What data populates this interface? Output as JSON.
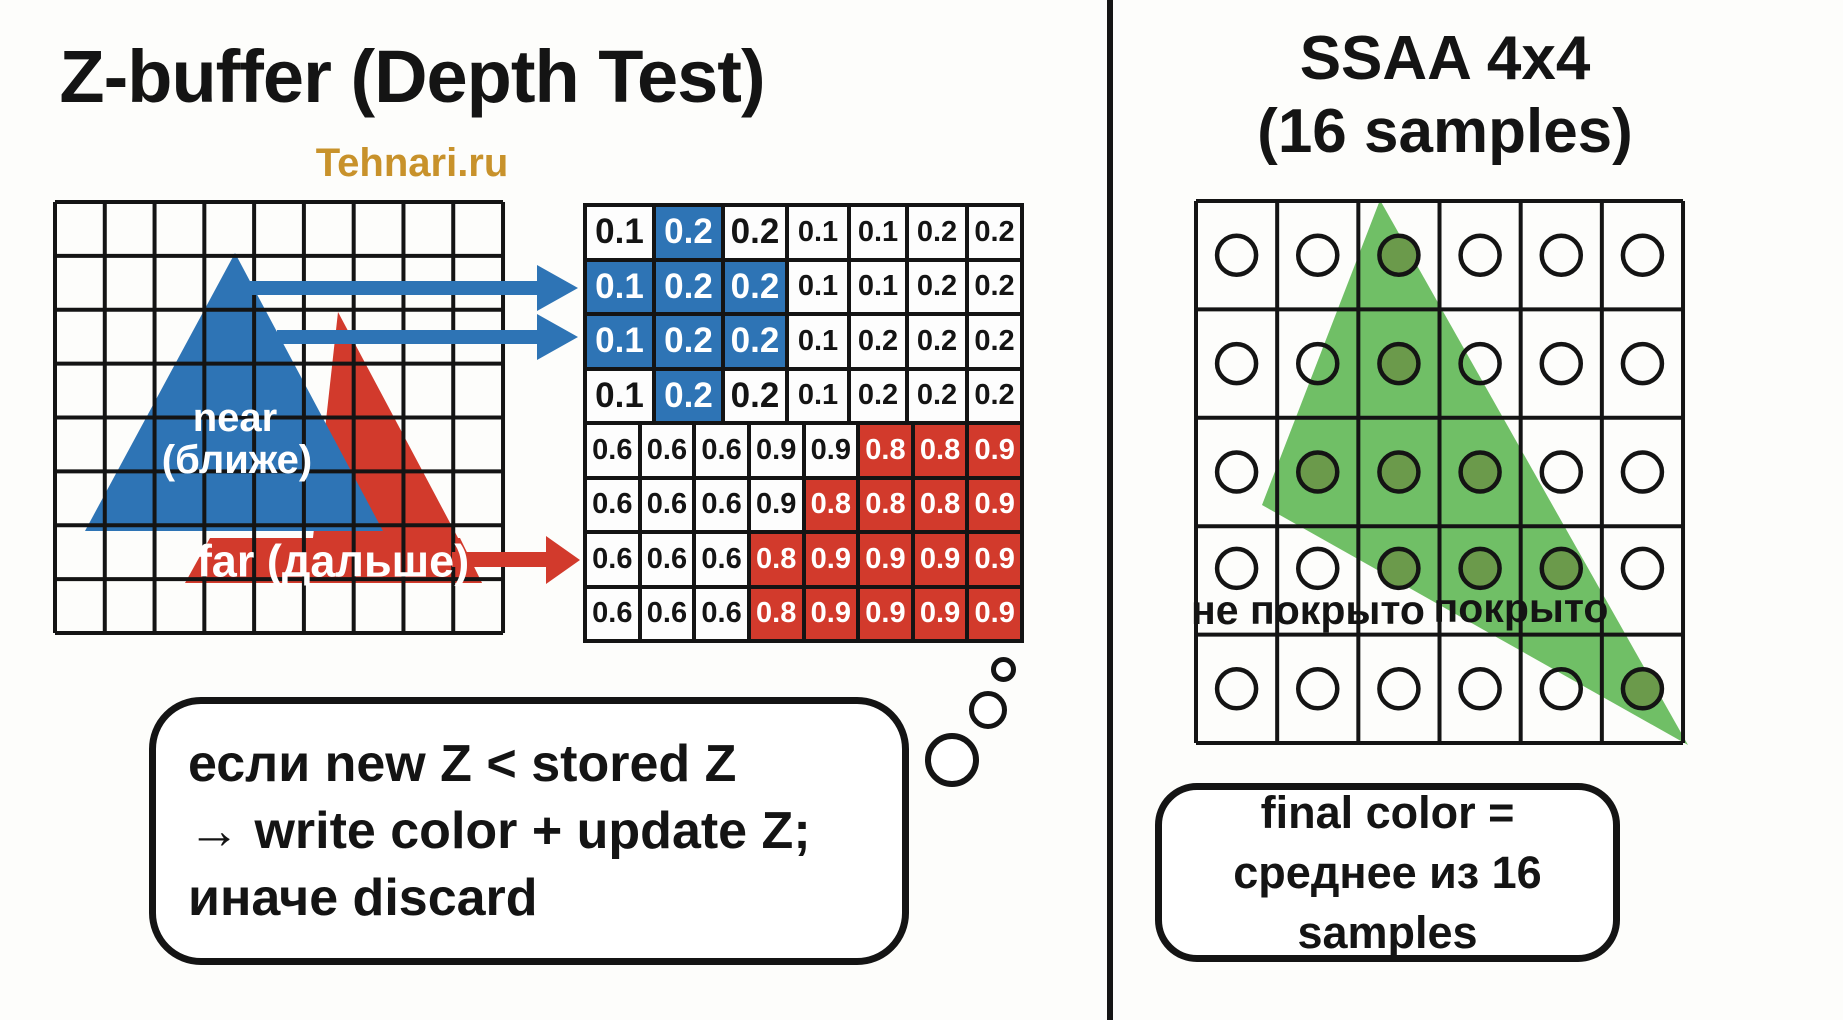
{
  "left_panel": {
    "title": "Z-buffer (Depth Test)",
    "watermark": "Tehnari.ru",
    "scene": {
      "near_label_line1": "near",
      "near_label_line2": "(ближе)",
      "far_label": "far (дальше)"
    },
    "depth_grid": {
      "top_rows": [
        {
          "cells": [
            {
              "v": "0.1",
              "c": "w"
            },
            {
              "v": "0.2",
              "c": "b"
            },
            {
              "v": "0.2",
              "c": "w"
            },
            {
              "v": "0.1",
              "c": "w"
            },
            {
              "v": "0.1",
              "c": "w"
            },
            {
              "v": "0.2",
              "c": "w"
            },
            {
              "v": "0.2",
              "c": "w"
            }
          ]
        },
        {
          "cells": [
            {
              "v": "0.1",
              "c": "b"
            },
            {
              "v": "0.2",
              "c": "b"
            },
            {
              "v": "0.2",
              "c": "b"
            },
            {
              "v": "0.1",
              "c": "w"
            },
            {
              "v": "0.1",
              "c": "w"
            },
            {
              "v": "0.2",
              "c": "w"
            },
            {
              "v": "0.2",
              "c": "w"
            }
          ]
        },
        {
          "cells": [
            {
              "v": "0.1",
              "c": "b"
            },
            {
              "v": "0.2",
              "c": "b"
            },
            {
              "v": "0.2",
              "c": "b"
            },
            {
              "v": "0.1",
              "c": "w"
            },
            {
              "v": "0.2",
              "c": "w"
            },
            {
              "v": "0.2",
              "c": "w"
            },
            {
              "v": "0.2",
              "c": "w"
            }
          ]
        },
        {
          "cells": [
            {
              "v": "0.1",
              "c": "w"
            },
            {
              "v": "0.2",
              "c": "b"
            },
            {
              "v": "0.2",
              "c": "w"
            },
            {
              "v": "0.1",
              "c": "w"
            },
            {
              "v": "0.2",
              "c": "w"
            },
            {
              "v": "0.2",
              "c": "w"
            },
            {
              "v": "0.2",
              "c": "w"
            }
          ]
        }
      ],
      "bottom_rows": [
        {
          "cells": [
            {
              "v": "0.6",
              "c": "w"
            },
            {
              "v": "0.6",
              "c": "w"
            },
            {
              "v": "0.6",
              "c": "w"
            },
            {
              "v": "0.9",
              "c": "w"
            },
            {
              "v": "0.9",
              "c": "w"
            },
            {
              "v": "0.8",
              "c": "r"
            },
            {
              "v": "0.8",
              "c": "r"
            },
            {
              "v": "0.9",
              "c": "r"
            }
          ]
        },
        {
          "cells": [
            {
              "v": "0.6",
              "c": "w"
            },
            {
              "v": "0.6",
              "c": "w"
            },
            {
              "v": "0.6",
              "c": "w"
            },
            {
              "v": "0.9",
              "c": "w"
            },
            {
              "v": "0.8",
              "c": "r"
            },
            {
              "v": "0.8",
              "c": "r"
            },
            {
              "v": "0.8",
              "c": "r"
            },
            {
              "v": "0.9",
              "c": "r"
            }
          ]
        },
        {
          "cells": [
            {
              "v": "0.6",
              "c": "w"
            },
            {
              "v": "0.6",
              "c": "w"
            },
            {
              "v": "0.6",
              "c": "w"
            },
            {
              "v": "0.8",
              "c": "r"
            },
            {
              "v": "0.9",
              "c": "r"
            },
            {
              "v": "0.9",
              "c": "r"
            },
            {
              "v": "0.9",
              "c": "r"
            },
            {
              "v": "0.9",
              "c": "r"
            }
          ]
        },
        {
          "cells": [
            {
              "v": "0.6",
              "c": "w"
            },
            {
              "v": "0.6",
              "c": "w"
            },
            {
              "v": "0.6",
              "c": "w"
            },
            {
              "v": "0.8",
              "c": "r"
            },
            {
              "v": "0.9",
              "c": "r"
            },
            {
              "v": "0.9",
              "c": "r"
            },
            {
              "v": "0.9",
              "c": "r"
            },
            {
              "v": "0.9",
              "c": "r"
            }
          ]
        }
      ]
    },
    "note_bubble": {
      "lines": [
        "если new Z < stored Z",
        "→ write color + update Z;",
        "иначе discard"
      ]
    }
  },
  "right_panel": {
    "title_line1": "SSAA 4x4",
    "title_line2": "(16 samples)",
    "labels": {
      "uncovered": "не покрыто",
      "covered": "покрыто"
    },
    "sample_grid": {
      "rows": 5,
      "cols": 6,
      "covered_samples": [
        [
          1,
          3
        ],
        [
          2,
          3
        ],
        [
          3,
          2
        ],
        [
          3,
          3
        ],
        [
          3,
          4
        ],
        [
          4,
          3
        ],
        [
          4,
          4
        ],
        [
          4,
          5
        ],
        [
          5,
          6
        ]
      ]
    },
    "note_box": {
      "lines": [
        "final color =",
        "среднее из 16 samples"
      ]
    }
  },
  "colors": {
    "blue": "#2e74b5",
    "red": "#d23a2c",
    "green": "#70bf66",
    "covered_sample": "#6b9a4b",
    "watermark_gold": "#c8922b",
    "ink": "#141414"
  }
}
